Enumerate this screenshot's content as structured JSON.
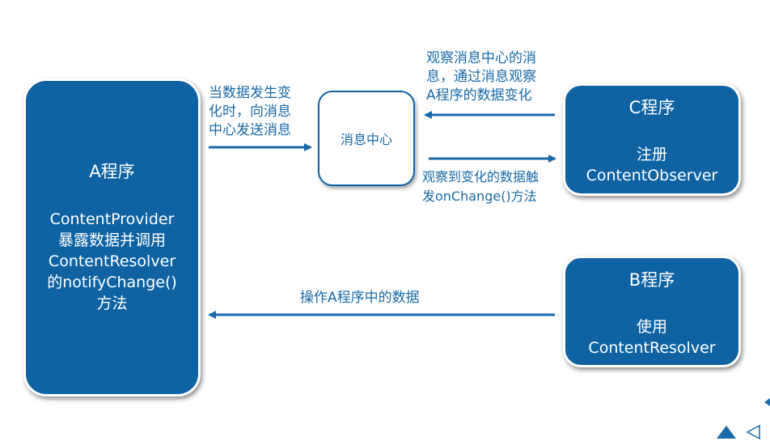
{
  "nodes": {
    "a": {
      "title": "A程序",
      "lines": [
        "ContentProvider",
        "暴露数据并调用",
        "ContentResolver",
        "的notifyChange()",
        "方法"
      ]
    },
    "hub": {
      "label": "消息中心"
    },
    "c": {
      "title": "C程序",
      "lines": [
        "注册",
        "ContentObserver"
      ]
    },
    "b": {
      "title": "B程序",
      "lines": [
        "使用",
        "ContentResolver"
      ]
    }
  },
  "edges": {
    "a_to_hub": {
      "lines": [
        "当数据发生变",
        "化时，向消息",
        "中心发送消息"
      ]
    },
    "c_to_hub": {
      "lines": [
        "观察消息中心的消",
        "息，通过消息观察",
        "A程序的数据变化"
      ]
    },
    "hub_to_c": {
      "lines": [
        "观察到变化的数据触",
        "发onChange()方法"
      ]
    },
    "b_to_a": {
      "label": "操作A程序中的数据"
    }
  },
  "colors": {
    "box": "#0f63a3",
    "text": "#1a6aa8",
    "arrow": "#1a6aa8"
  },
  "nav_icons": [
    "triangle-up-icon",
    "triangle-left-outline-icon"
  ]
}
